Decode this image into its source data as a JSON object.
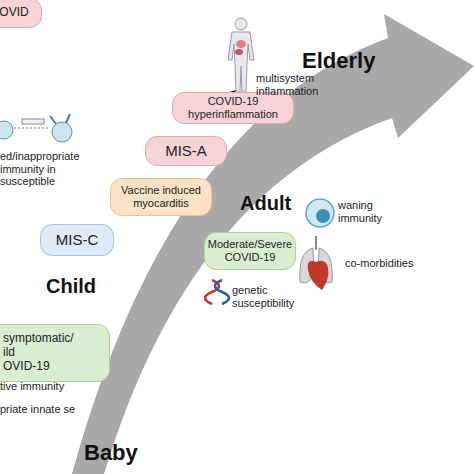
{
  "diagram": {
    "nodes": [
      {
        "text": [
          "OVID"
        ]
      },
      {
        "text": [
          "COVID-19 hyperinflammation"
        ]
      },
      {
        "text": [
          "MIS-A"
        ]
      },
      {
        "text": [
          "Vaccine induced myocarditis"
        ]
      },
      {
        "text": [
          "MIS-C"
        ]
      },
      {
        "text": [
          "Moderate/Severe COVID-19"
        ]
      },
      {
        "text": [
          "symptomatic/ ild OVID-19"
        ]
      }
    ],
    "labels": [
      "Elderly",
      "multisystem inflammation",
      "ed/inappropriate immunity in susceptible",
      "Adult",
      "waning immunity",
      "co-morbidities",
      "genetic susceptibility",
      "Child",
      "tive immunity",
      "priate innate se",
      "Baby"
    ]
  }
}
